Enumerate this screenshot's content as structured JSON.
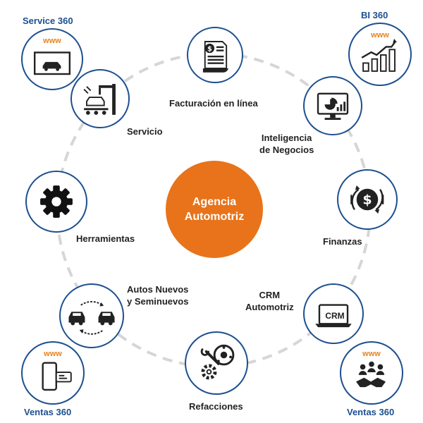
{
  "center": {
    "line1": "Agencia",
    "line2": "Automotriz"
  },
  "nodes": {
    "facturacion": "Facturación en línea",
    "inteligencia_l1": "Inteligencia",
    "inteligencia_l2": "de Negocios",
    "finanzas": "Finanzas",
    "crm_l1": "CRM",
    "crm_l2": "Automotriz",
    "crm_screen": "CRM",
    "refacciones": "Refacciones",
    "autos_l1": "Autos Nuevos",
    "autos_l2": "y Seminuevos",
    "herramientas": "Herramientas",
    "servicio": "Servicio"
  },
  "corners": {
    "service360": {
      "title": "Service 360",
      "www": "www"
    },
    "bi360": {
      "title": "BI 360",
      "www": "www"
    },
    "ventas360_left": {
      "title": "Ventas 360",
      "www": "www"
    },
    "ventas360_right": {
      "title": "Ventas 360",
      "www": "www"
    }
  },
  "colors": {
    "blue": "#1d4f8f",
    "orange": "#e8731a",
    "www": "#e8821e",
    "dash": "#d6d6d6"
  }
}
